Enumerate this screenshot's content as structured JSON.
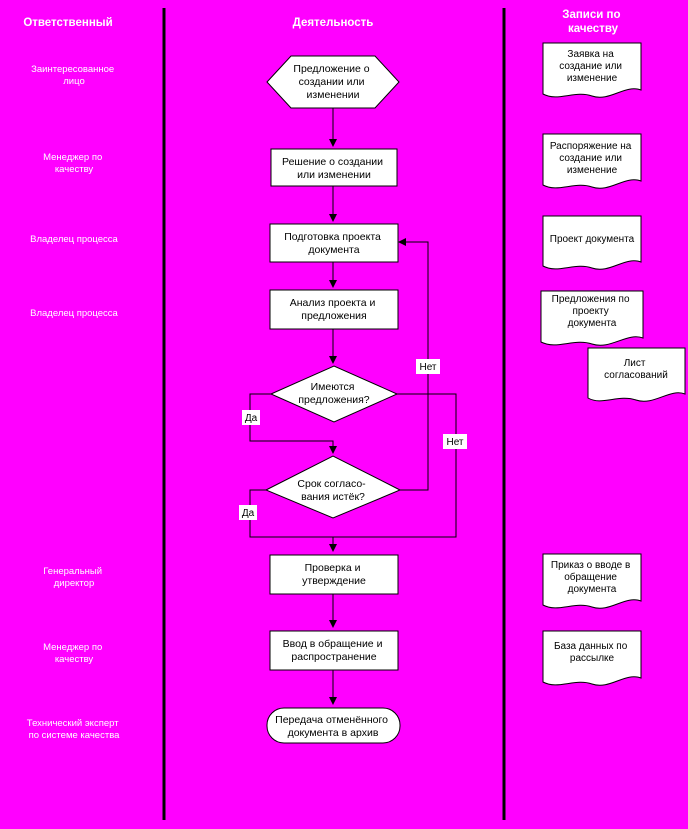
{
  "headers": {
    "responsible": "Ответственный",
    "activity": "Деятельность",
    "records": [
      "Записи по",
      "качеству"
    ]
  },
  "roles": [
    [
      "Заинтересованное",
      "лицо"
    ],
    [
      "Менеджер по",
      "качеству"
    ],
    [
      "Владелец процесса"
    ],
    [
      "Владелец процесса"
    ],
    [
      "Генеральный",
      "директор"
    ],
    [
      "Менеджер по",
      "качеству"
    ],
    [
      "Технический эксперт",
      "по системе качества"
    ]
  ],
  "activities": {
    "proposal": [
      "Предложение о",
      "создании или",
      "изменении"
    ],
    "decision": [
      "Решение о создании",
      "или изменении"
    ],
    "preparation": [
      "Подготовка проекта",
      "документа"
    ],
    "analysis": [
      "Анализ проекта и",
      "предложения"
    ],
    "has_proposals": [
      "Имеются",
      "предложения?"
    ],
    "deadline_expired": [
      "Срок согласо-",
      "вания истёк?"
    ],
    "check_approve": [
      "Проверка и",
      "утверждение"
    ],
    "introduce": [
      "Ввод в обращение и",
      "распространение"
    ],
    "archive": [
      "Передача отменённого",
      "документа в архив"
    ]
  },
  "branch_labels": {
    "yes_1": "Да",
    "no_1": "Нет",
    "yes_2": "Да",
    "no_2": "Нет"
  },
  "records": {
    "request": [
      "Заявка на",
      "создание или",
      "изменение"
    ],
    "order": [
      "Распоряжение на",
      "создание или",
      "изменение"
    ],
    "draft": [
      "Проект документа"
    ],
    "suggestions": [
      "Предложения по",
      "проекту",
      "документа"
    ],
    "approval_sheet": [
      "Лист",
      "согласований"
    ],
    "enact_order": [
      "Приказ о вводе в",
      "обращение",
      "документа"
    ],
    "mailing_db": [
      "База данных по",
      "рассылке"
    ]
  }
}
